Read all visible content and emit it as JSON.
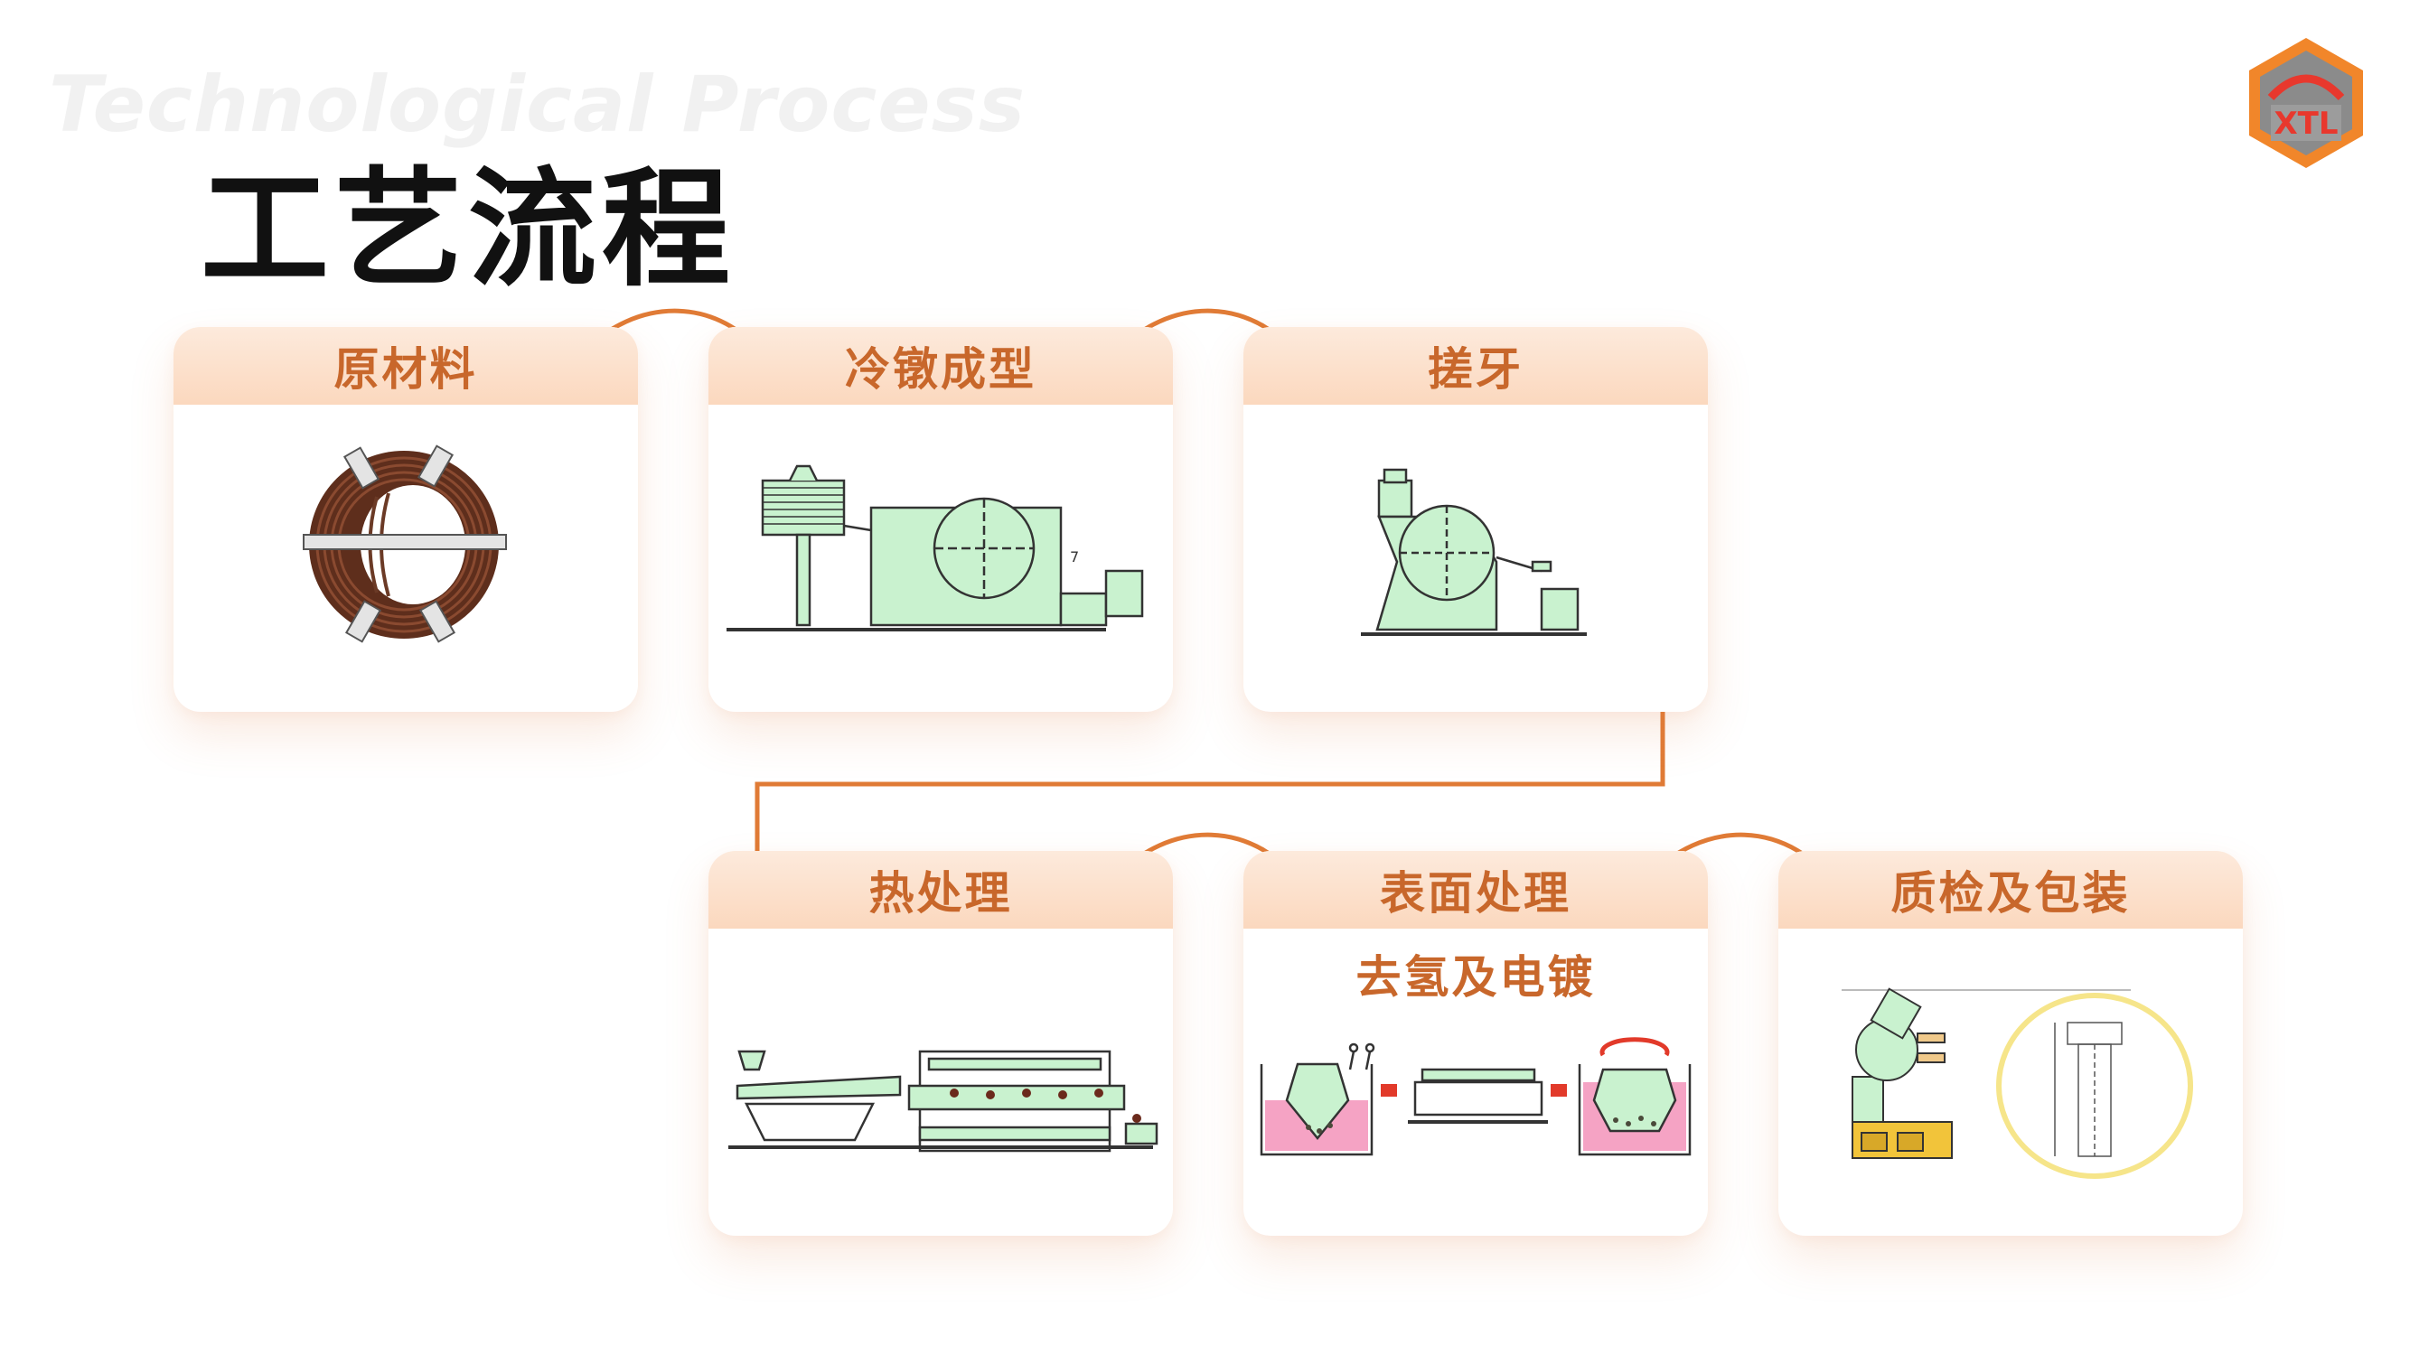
{
  "header": {
    "watermark": "Technological Process",
    "title": "工艺流程"
  },
  "accent_color": "#e07b36",
  "steps": [
    {
      "title": "原材料",
      "subtitle": "",
      "icon": "wire-coil-icon"
    },
    {
      "title": "冷镦成型",
      "subtitle": "",
      "icon": "cold-heading-machine-icon"
    },
    {
      "title": "搓牙",
      "subtitle": "",
      "icon": "thread-rolling-machine-icon"
    },
    {
      "title": "热处理",
      "subtitle": "",
      "icon": "heat-treatment-furnace-icon"
    },
    {
      "title": "表面处理",
      "subtitle": "去氢及电镀",
      "icon": "electroplating-tanks-icon"
    },
    {
      "title": "质检及包装",
      "subtitle": "",
      "icon": "inspection-packaging-icon"
    }
  ]
}
